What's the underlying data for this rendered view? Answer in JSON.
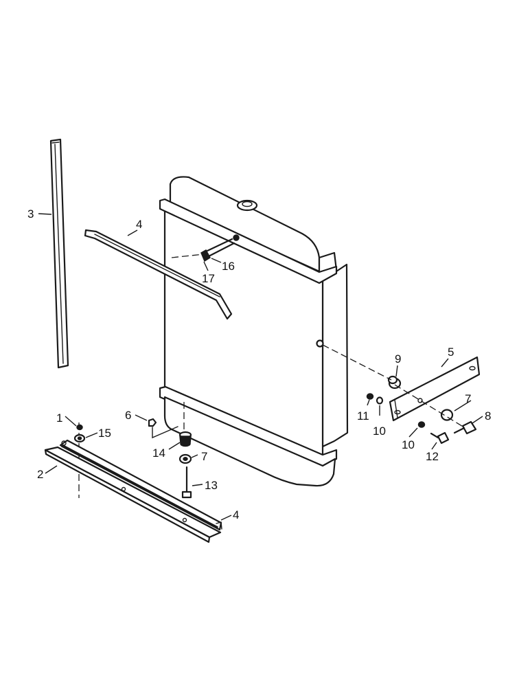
{
  "callouts": {
    "c1": "1",
    "c2": "2",
    "c3": "3",
    "c4_top": "4",
    "c4_bottom": "4",
    "c5": "5",
    "c6": "6",
    "c7_right": "7",
    "c7_bottom": "7",
    "c8": "8",
    "c9": "9",
    "c10_a": "10",
    "c10_b": "10",
    "c11": "11",
    "c12": "12",
    "c13": "13",
    "c14": "14",
    "c15": "15",
    "c16": "16",
    "c17": "17"
  }
}
